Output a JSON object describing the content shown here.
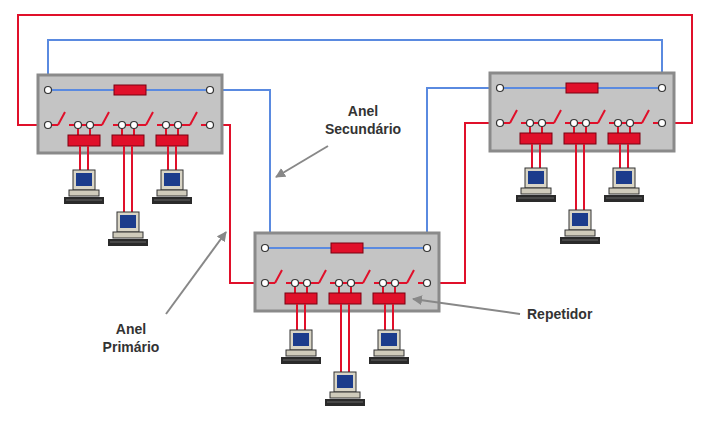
{
  "diagram": {
    "labels": [
      "Anel Secundário",
      "Anel Primário",
      "Repetidor"
    ]
  }
}
